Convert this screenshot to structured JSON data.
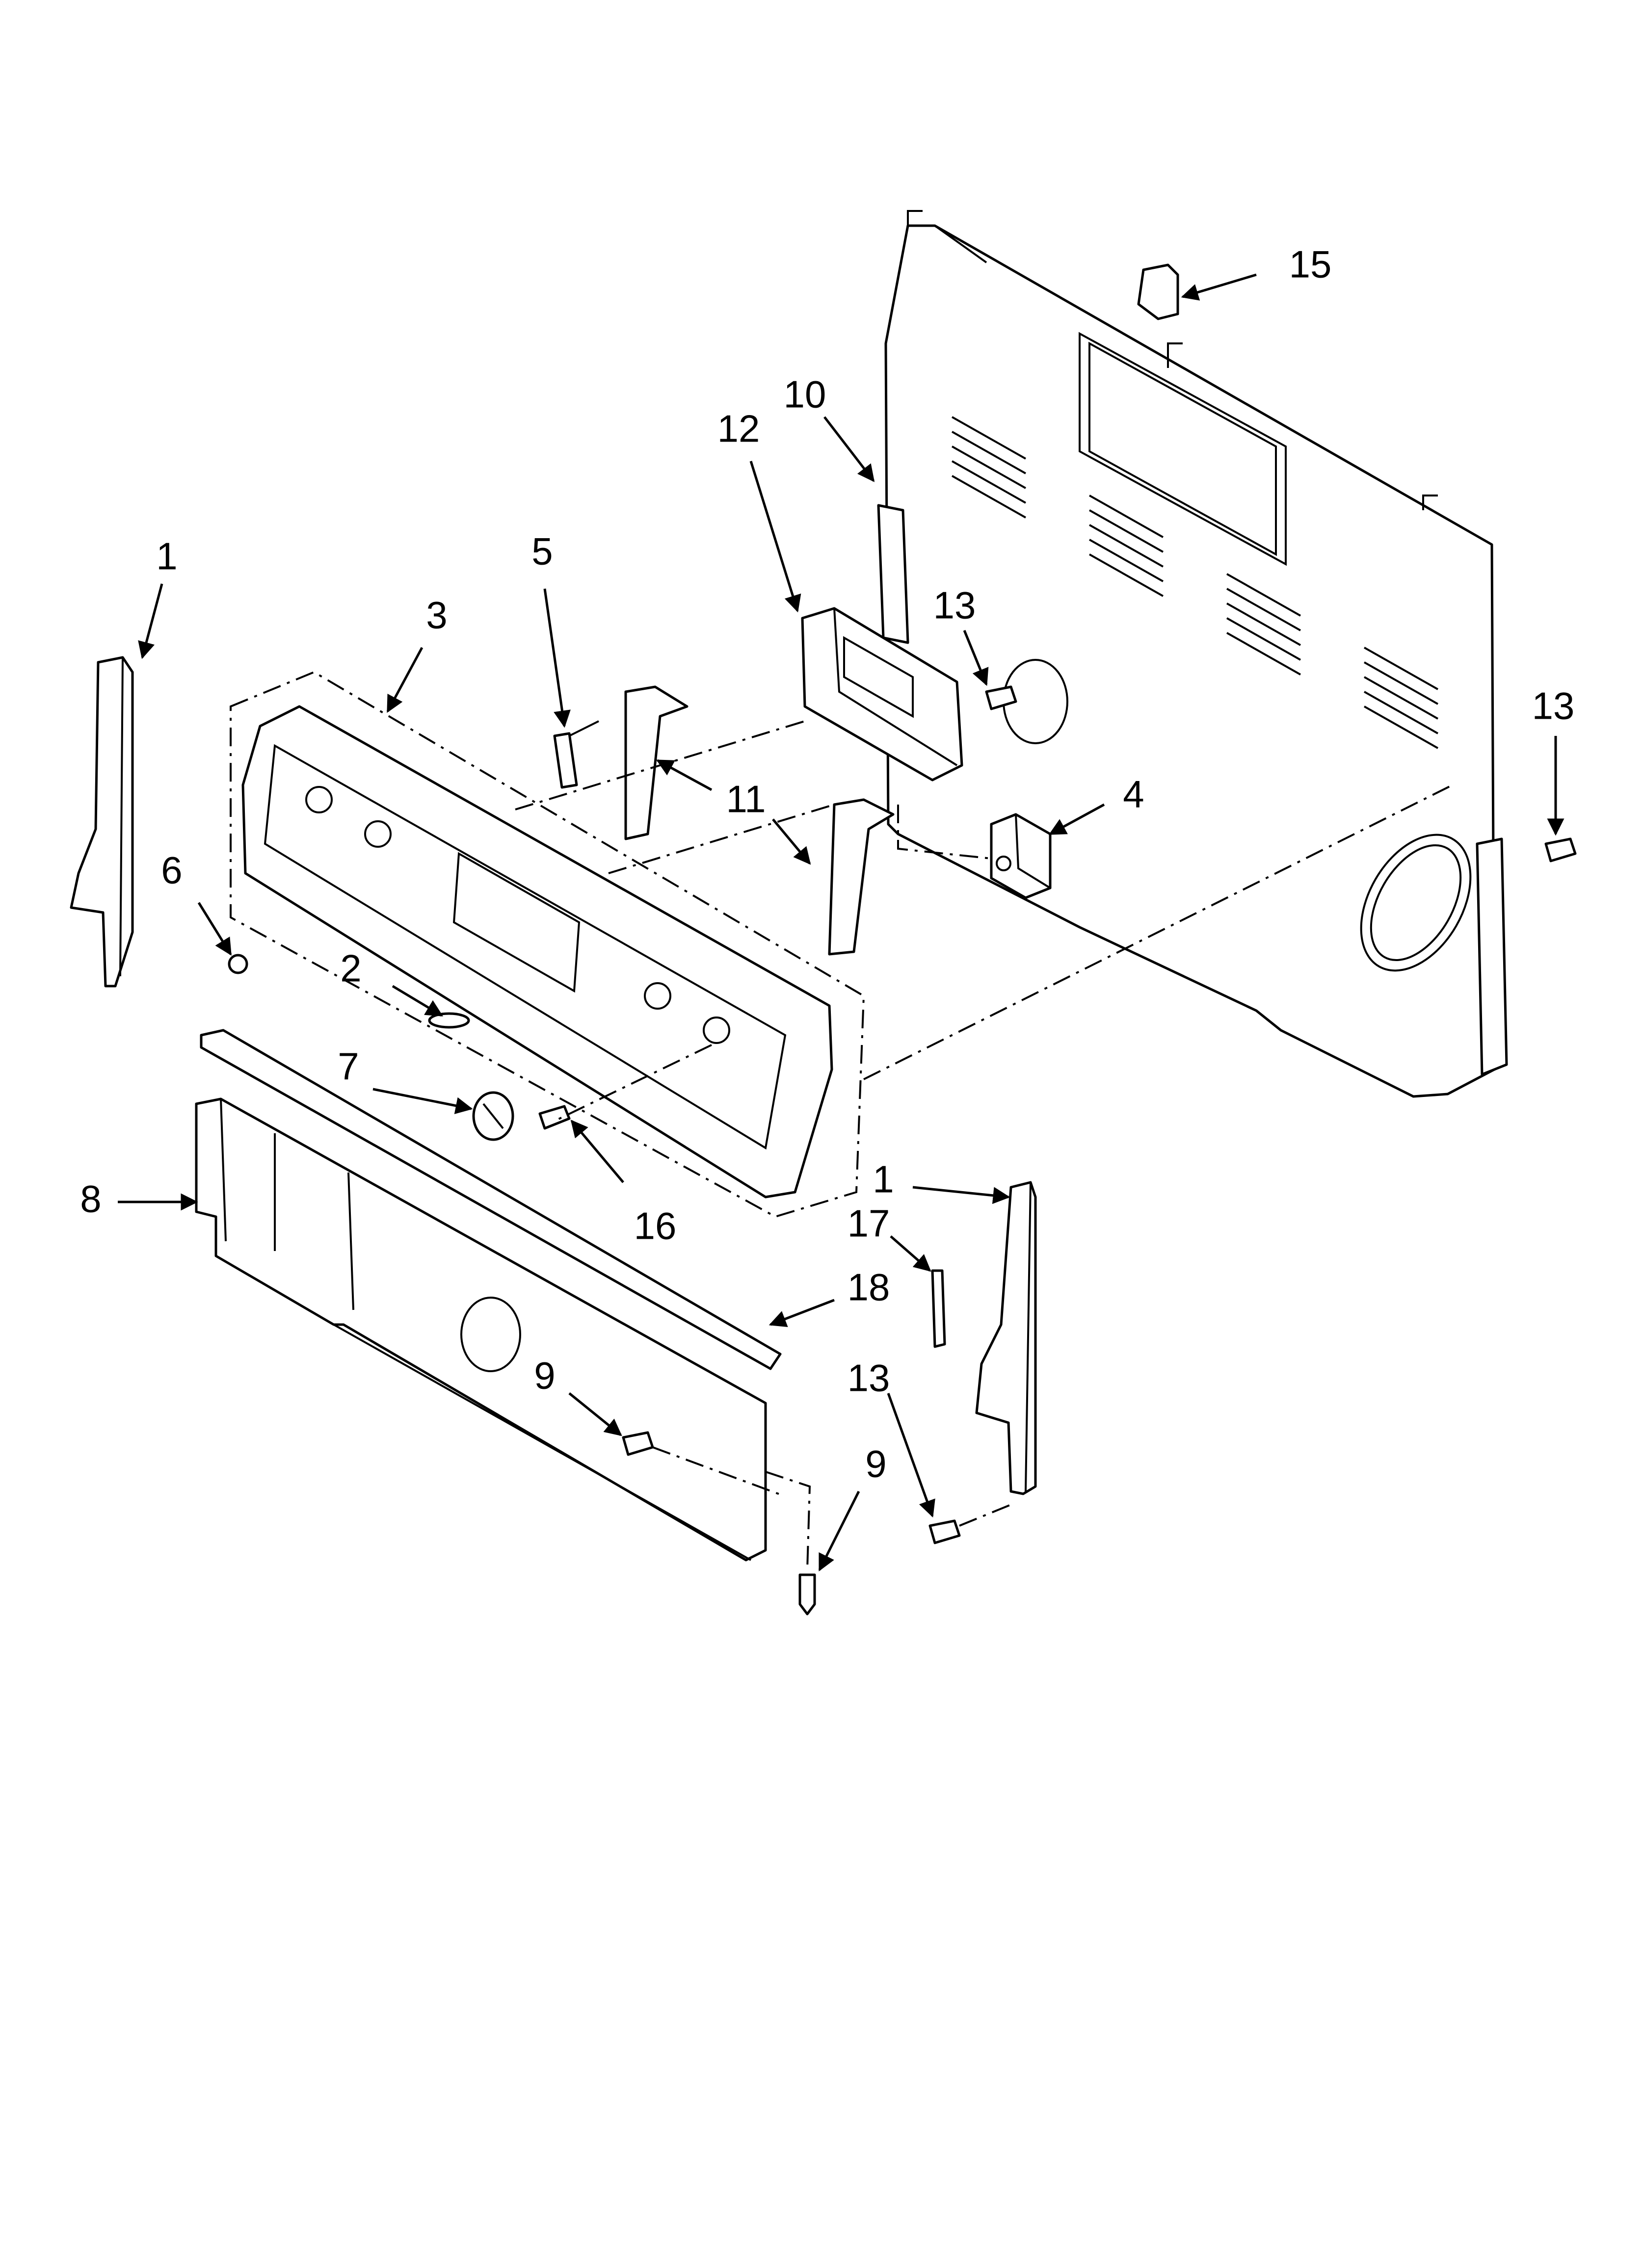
{
  "callouts": {
    "c1a": "1",
    "c1b": "1",
    "c2": "2",
    "c3": "3",
    "c4": "4",
    "c5": "5",
    "c6": "6",
    "c7": "7",
    "c8": "8",
    "c9a": "9",
    "c9b": "9",
    "c10": "10",
    "c11": "11",
    "c12": "12",
    "c13a": "13",
    "c13b": "13",
    "c13c": "13",
    "c15": "15",
    "c16": "16",
    "c17": "17",
    "c18": "18"
  },
  "colors": {
    "ink": "#000000",
    "paper": "#ffffff"
  }
}
